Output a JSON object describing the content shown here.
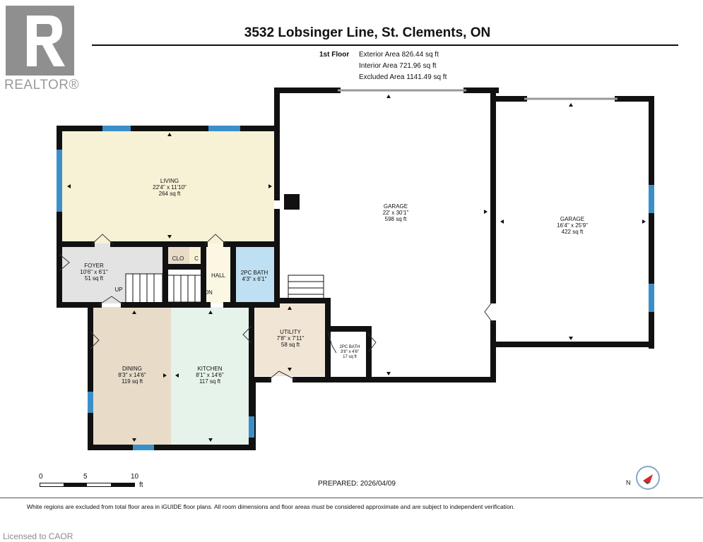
{
  "logo": {
    "text": "REALTOR®"
  },
  "title": "3532 Lobsinger Line, St. Clements, ON",
  "floor_info": {
    "floor": "1st Floor",
    "exterior": "Exterior Area 826.44 sq ft",
    "interior": "Interior Area 721.96 sq ft",
    "excluded": "Excluded Area 1141.49 sq ft"
  },
  "rooms": {
    "living": {
      "name": "LIVING",
      "dims": "22'4\" x 11'10\"",
      "area": "264 sq ft"
    },
    "foyer": {
      "name": "FOYER",
      "dims": "10'6\" x 6'1\"",
      "area": "51 sq ft"
    },
    "clo": {
      "name": "CLO"
    },
    "c": {
      "name": "C"
    },
    "hall": {
      "name": "HALL"
    },
    "bath1": {
      "name": "2PC BATH",
      "dims": "4'3\" x 6'1\""
    },
    "up": {
      "name": "UP"
    },
    "dn": {
      "name": "DN"
    },
    "dining": {
      "name": "DINING",
      "dims": "8'3\" x 14'6\"",
      "area": "119 sq ft"
    },
    "kitchen": {
      "name": "KITCHEN",
      "dims": "8'1\" x 14'6\"",
      "area": "117 sq ft"
    },
    "utility": {
      "name": "UTILITY",
      "dims": "7'8\" x 7'11\"",
      "area": "58 sq ft"
    },
    "bath2": {
      "name": "2PC BATH",
      "dims": "3'8\" x 4'6\"",
      "area": "17 sq ft"
    },
    "garage1": {
      "name": "GARAGE",
      "dims": "22' x 30'1\"",
      "area": "598 sq ft"
    },
    "garage2": {
      "name": "GARAGE",
      "dims": "16'4\" x 25'9\"",
      "area": "422 sq ft"
    }
  },
  "scale": {
    "t0": "0",
    "t5": "5",
    "t10": "10",
    "unit": "ft"
  },
  "prepared": "PREPARED: 2026/04/09",
  "footnote": "White regions are excluded from total floor area in iGUIDE floor plans. All room dimensions and floor areas must be considered approximate and are subject to independent verification.",
  "licensed": "Licensed to CAOR",
  "compass": {
    "label": "N"
  },
  "colors": {
    "wall": "#111111",
    "window": "#3b8fc8",
    "living": "#f7f2d6",
    "foyer": "#e3e3e3",
    "bath": "#bfe0f2",
    "dining": "#e8dcc9",
    "kitchen": "#e6f3ea",
    "utility": "#f1e6d6"
  }
}
